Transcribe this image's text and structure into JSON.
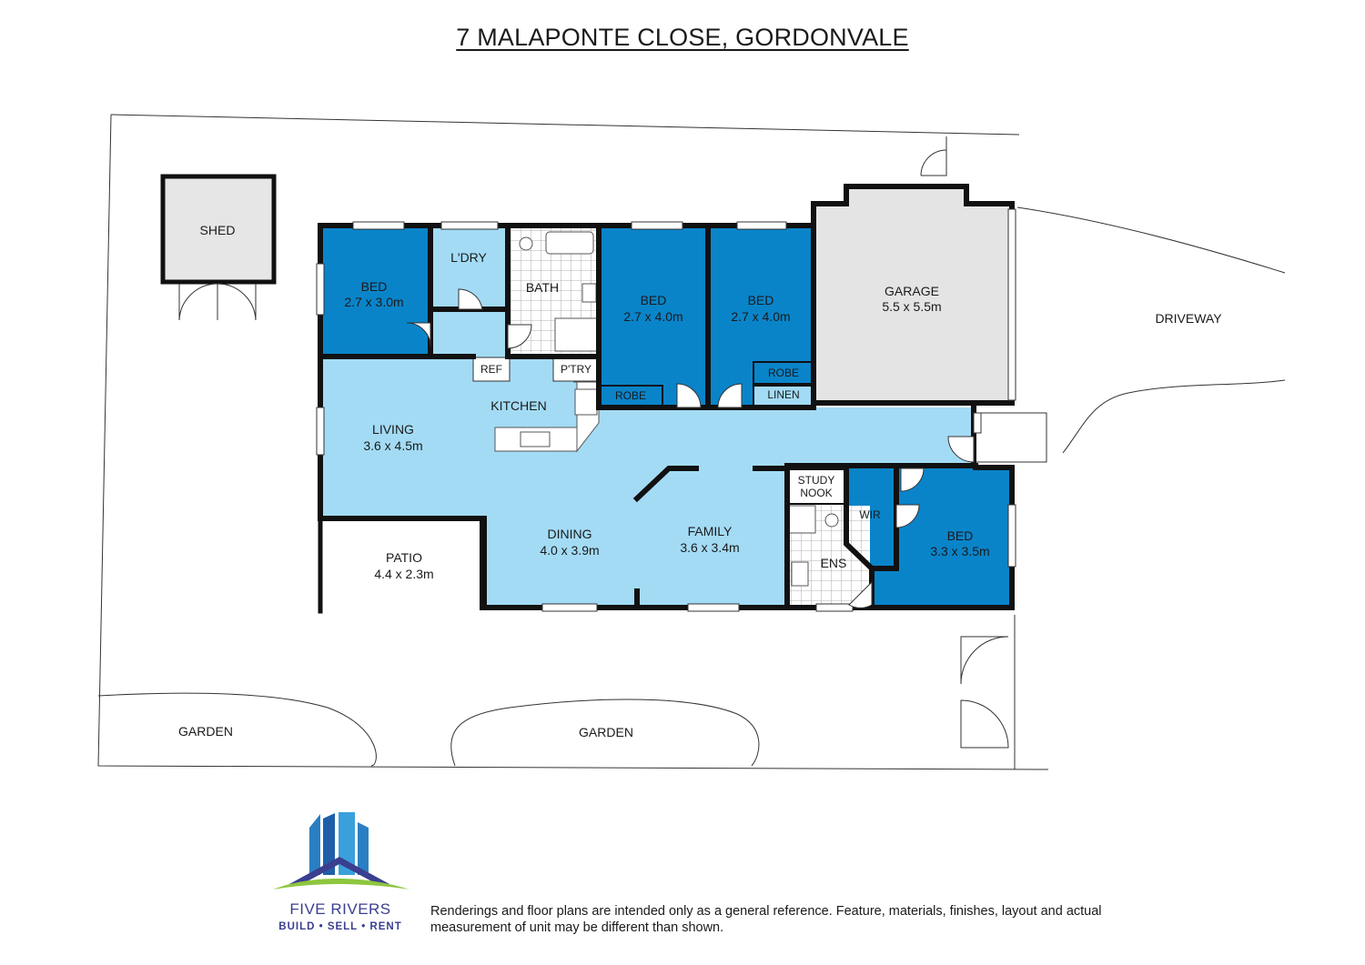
{
  "title": "7 MALAPONTE CLOSE, GORDONVALE",
  "rooms": {
    "shed": "SHED",
    "bed1": {
      "name": "BED",
      "size": "2.7 x 3.0m"
    },
    "laundry": "L'DRY",
    "bath": "BATH",
    "bed2": {
      "name": "BED",
      "size": "2.7 x 4.0m"
    },
    "bed3": {
      "name": "BED",
      "size": "2.7 x 4.0m"
    },
    "garage": {
      "name": "GARAGE",
      "size": "5.5 x 5.5m"
    },
    "driveway": "DRIVEWAY",
    "ref": "REF",
    "pantry": "P'TRY",
    "robe1": "ROBE",
    "robe2": "ROBE",
    "linen": "LINEN",
    "kitchen": "KITCHEN",
    "living": {
      "name": "LIVING",
      "size": "3.6 x 4.5m"
    },
    "study": {
      "line1": "STUDY",
      "line2": "NOOK"
    },
    "wir": "WIR",
    "bed4": {
      "name": "BED",
      "size": "3.3 x 3.5m"
    },
    "ens": "ENS",
    "dining": {
      "name": "DINING",
      "size": "4.0 x 3.9m"
    },
    "family": {
      "name": "FAMILY",
      "size": "3.6 x 3.4m"
    },
    "patio": {
      "name": "PATIO",
      "size": "4.4 x 2.3m"
    },
    "garden1": "GARDEN",
    "garden2": "GARDEN"
  },
  "logo": {
    "brand": "FIVE RIVERS",
    "tagline": "BUILD • SELL • RENT"
  },
  "disclaimer": "Renderings and floor plans are intended only as a general reference. Feature, materials, finishes, layout and actual measurement of unit may be different than shown.",
  "colors": {
    "bedroom_blue": "#0a84c9",
    "living_blue": "#a3dbf5",
    "wet_area_blue": "#a3dbf5",
    "garage_gray": "#e4e4e4",
    "wall": "#111111",
    "logo_navy": "#3a3f8f",
    "logo_green": "#8dc63f"
  }
}
